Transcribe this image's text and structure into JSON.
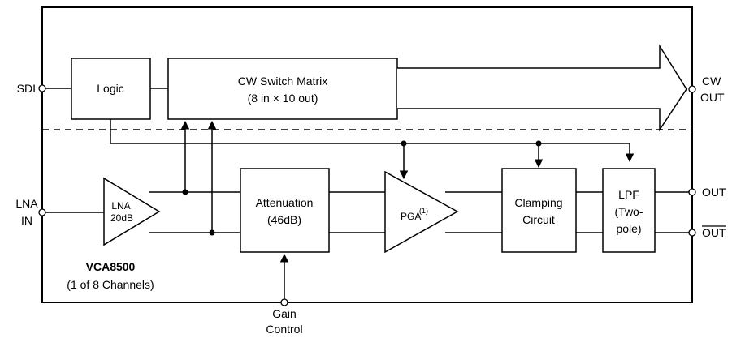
{
  "blocks": {
    "logic": "Logic",
    "cw_matrix": {
      "line1": "CW Switch Matrix",
      "line2": "(8 in × 10 out)"
    },
    "lna": {
      "line1": "LNA",
      "line2": "20dB"
    },
    "attenuation": {
      "line1": "Attenuation",
      "line2": "(46dB)"
    },
    "pga": {
      "label": "PGA",
      "note": "(1)"
    },
    "clamping": {
      "line1": "Clamping",
      "line2": "Circuit"
    },
    "lpf": {
      "line1": "LPF",
      "line2": "(Two-",
      "line3": "pole)"
    }
  },
  "pins": {
    "sdi": "SDI",
    "lna_in": {
      "line1": "LNA",
      "line2": "IN"
    },
    "cw_out": {
      "line1": "CW",
      "line2": "OUT"
    },
    "out": "OUT",
    "out_bar": "OUT",
    "gain_control": {
      "line1": "Gain",
      "line2": "Control"
    }
  },
  "device": {
    "name": "VCA8500",
    "channels": "(1 of 8 Channels)"
  }
}
